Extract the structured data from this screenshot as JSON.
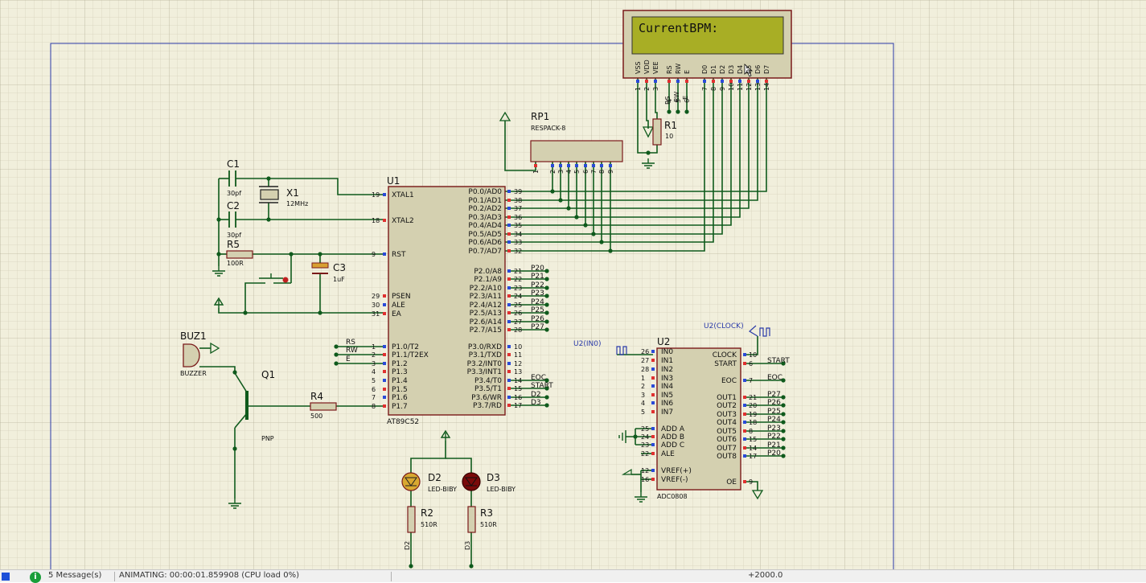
{
  "lcd": {
    "text": "CurrentBPM:",
    "pins": [
      "VSS",
      "VDD",
      "VEE",
      "RS",
      "RW",
      "E",
      "D0",
      "D1",
      "D2",
      "D3",
      "D4",
      "D5",
      "D6",
      "D7"
    ],
    "pin_numbers": [
      "1",
      "2",
      "3",
      "4",
      "5",
      "6",
      "7",
      "8",
      "9",
      "10",
      "11",
      "12",
      "13",
      "14"
    ]
  },
  "lcd_signals": {
    "rs": "RS",
    "rw": "RW",
    "e": "E"
  },
  "rp1": {
    "ref": "RP1",
    "value": "RESPACK-8",
    "pins": [
      "1",
      "2",
      "3",
      "4",
      "5",
      "6",
      "7",
      "8",
      "9"
    ]
  },
  "r1": {
    "ref": "R1",
    "value": "10"
  },
  "c1": {
    "ref": "C1",
    "value": "30pf"
  },
  "c2": {
    "ref": "C2",
    "value": "30pf"
  },
  "x1": {
    "ref": "X1",
    "value": "12MHz"
  },
  "r5": {
    "ref": "R5",
    "value": "100R"
  },
  "c3": {
    "ref": "C3",
    "value": "1uF"
  },
  "buz1": {
    "ref": "BUZ1",
    "value": "BUZZER"
  },
  "q1": {
    "ref": "Q1",
    "value": "PNP"
  },
  "r4": {
    "ref": "R4",
    "value": "500"
  },
  "u1": {
    "ref": "U1",
    "value": "AT89C52",
    "left_pins": [
      {
        "num": "19",
        "name": "XTAL1"
      },
      {
        "num": "18",
        "name": "XTAL2"
      },
      {
        "num": "9",
        "name": "RST"
      },
      {
        "num": "29",
        "name": "PSEN"
      },
      {
        "num": "30",
        "name": "ALE"
      },
      {
        "num": "31",
        "name": "EA"
      },
      {
        "num": "1",
        "name": "P1.0/T2"
      },
      {
        "num": "2",
        "name": "P1.1/T2EX"
      },
      {
        "num": "3",
        "name": "P1.2"
      },
      {
        "num": "4",
        "name": "P1.3"
      },
      {
        "num": "5",
        "name": "P1.4"
      },
      {
        "num": "6",
        "name": "P1.5"
      },
      {
        "num": "7",
        "name": "P1.6"
      },
      {
        "num": "8",
        "name": "P1.7"
      }
    ],
    "p1_labels": [
      "RS",
      "RW",
      "E"
    ],
    "p0": [
      {
        "num": "39",
        "name": "P0.0/AD0"
      },
      {
        "num": "38",
        "name": "P0.1/AD1"
      },
      {
        "num": "37",
        "name": "P0.2/AD2"
      },
      {
        "num": "36",
        "name": "P0.3/AD3"
      },
      {
        "num": "35",
        "name": "P0.4/AD4"
      },
      {
        "num": "34",
        "name": "P0.5/AD5"
      },
      {
        "num": "33",
        "name": "P0.6/AD6"
      },
      {
        "num": "32",
        "name": "P0.7/AD7"
      }
    ],
    "p2": [
      {
        "num": "21",
        "name": "P2.0/A8",
        "label": "P20"
      },
      {
        "num": "22",
        "name": "P2.1/A9",
        "label": "P21"
      },
      {
        "num": "23",
        "name": "P2.2/A10",
        "label": "P22"
      },
      {
        "num": "24",
        "name": "P2.3/A11",
        "label": "P23"
      },
      {
        "num": "25",
        "name": "P2.4/A12",
        "label": "P24"
      },
      {
        "num": "26",
        "name": "P2.5/A13",
        "label": "P25"
      },
      {
        "num": "27",
        "name": "P2.6/A14",
        "label": "P26"
      },
      {
        "num": "28",
        "name": "P2.7/A15",
        "label": "P27"
      }
    ],
    "p3": [
      {
        "num": "10",
        "name": "P3.0/RXD",
        "label": ""
      },
      {
        "num": "11",
        "name": "P3.1/TXD",
        "label": ""
      },
      {
        "num": "12",
        "name": "P3.2/INT0",
        "label": ""
      },
      {
        "num": "13",
        "name": "P3.3/INT1",
        "label": ""
      },
      {
        "num": "14",
        "name": "P3.4/T0",
        "label": "EOC"
      },
      {
        "num": "15",
        "name": "P3.5/T1",
        "label": "START"
      },
      {
        "num": "16",
        "name": "P3.6/WR",
        "label": "D2"
      },
      {
        "num": "17",
        "name": "P3.7/RD",
        "label": "D3"
      }
    ]
  },
  "u2": {
    "ref": "U2",
    "value": "ADC0808",
    "left_pins": [
      {
        "num": "26",
        "name": "IN0"
      },
      {
        "num": "27",
        "name": "IN1"
      },
      {
        "num": "28",
        "name": "IN2"
      },
      {
        "num": "1",
        "name": "IN3"
      },
      {
        "num": "2",
        "name": "IN4"
      },
      {
        "num": "3",
        "name": "IN5"
      },
      {
        "num": "4",
        "name": "IN6"
      },
      {
        "num": "5",
        "name": "IN7"
      },
      {
        "num": "25",
        "name": "ADD A"
      },
      {
        "num": "24",
        "name": "ADD B"
      },
      {
        "num": "23",
        "name": "ADD C"
      },
      {
        "num": "22",
        "name": "ALE"
      },
      {
        "num": "12",
        "name": "VREF(+)"
      },
      {
        "num": "16",
        "name": "VREF(-)"
      }
    ],
    "right_pins": [
      {
        "num": "10",
        "name": "CLOCK",
        "label": ""
      },
      {
        "num": "6",
        "name": "START",
        "label": "START"
      },
      {
        "num": "7",
        "name": "EOC",
        "label": "EOC"
      },
      {
        "num": "21",
        "name": "OUT1",
        "label": "P27"
      },
      {
        "num": "20",
        "name": "OUT2",
        "label": "P26"
      },
      {
        "num": "19",
        "name": "OUT3",
        "label": "P25"
      },
      {
        "num": "18",
        "name": "OUT4",
        "label": "P24"
      },
      {
        "num": "8",
        "name": "OUT5",
        "label": "P23"
      },
      {
        "num": "15",
        "name": "OUT6",
        "label": "P22"
      },
      {
        "num": "14",
        "name": "OUT7",
        "label": "P21"
      },
      {
        "num": "17",
        "name": "OUT8",
        "label": "P20"
      },
      {
        "num": "9",
        "name": "OE",
        "label": ""
      }
    ],
    "in0_label": "U2(IN0)",
    "clock_label": "U2(CLOCK)"
  },
  "d2": {
    "ref": "D2",
    "value": "LED-BIBY"
  },
  "d3": {
    "ref": "D3",
    "value": "LED-BIBY"
  },
  "r2": {
    "ref": "R2",
    "value": "510R"
  },
  "r3": {
    "ref": "R3",
    "value": "510R"
  },
  "d_labels": [
    "D2",
    "D3"
  ],
  "status": {
    "messages": "5 Message(s)",
    "animating": "ANIMATING: 00:00:01.859908 (CPU load 0%)",
    "coords": "+2000.0"
  }
}
